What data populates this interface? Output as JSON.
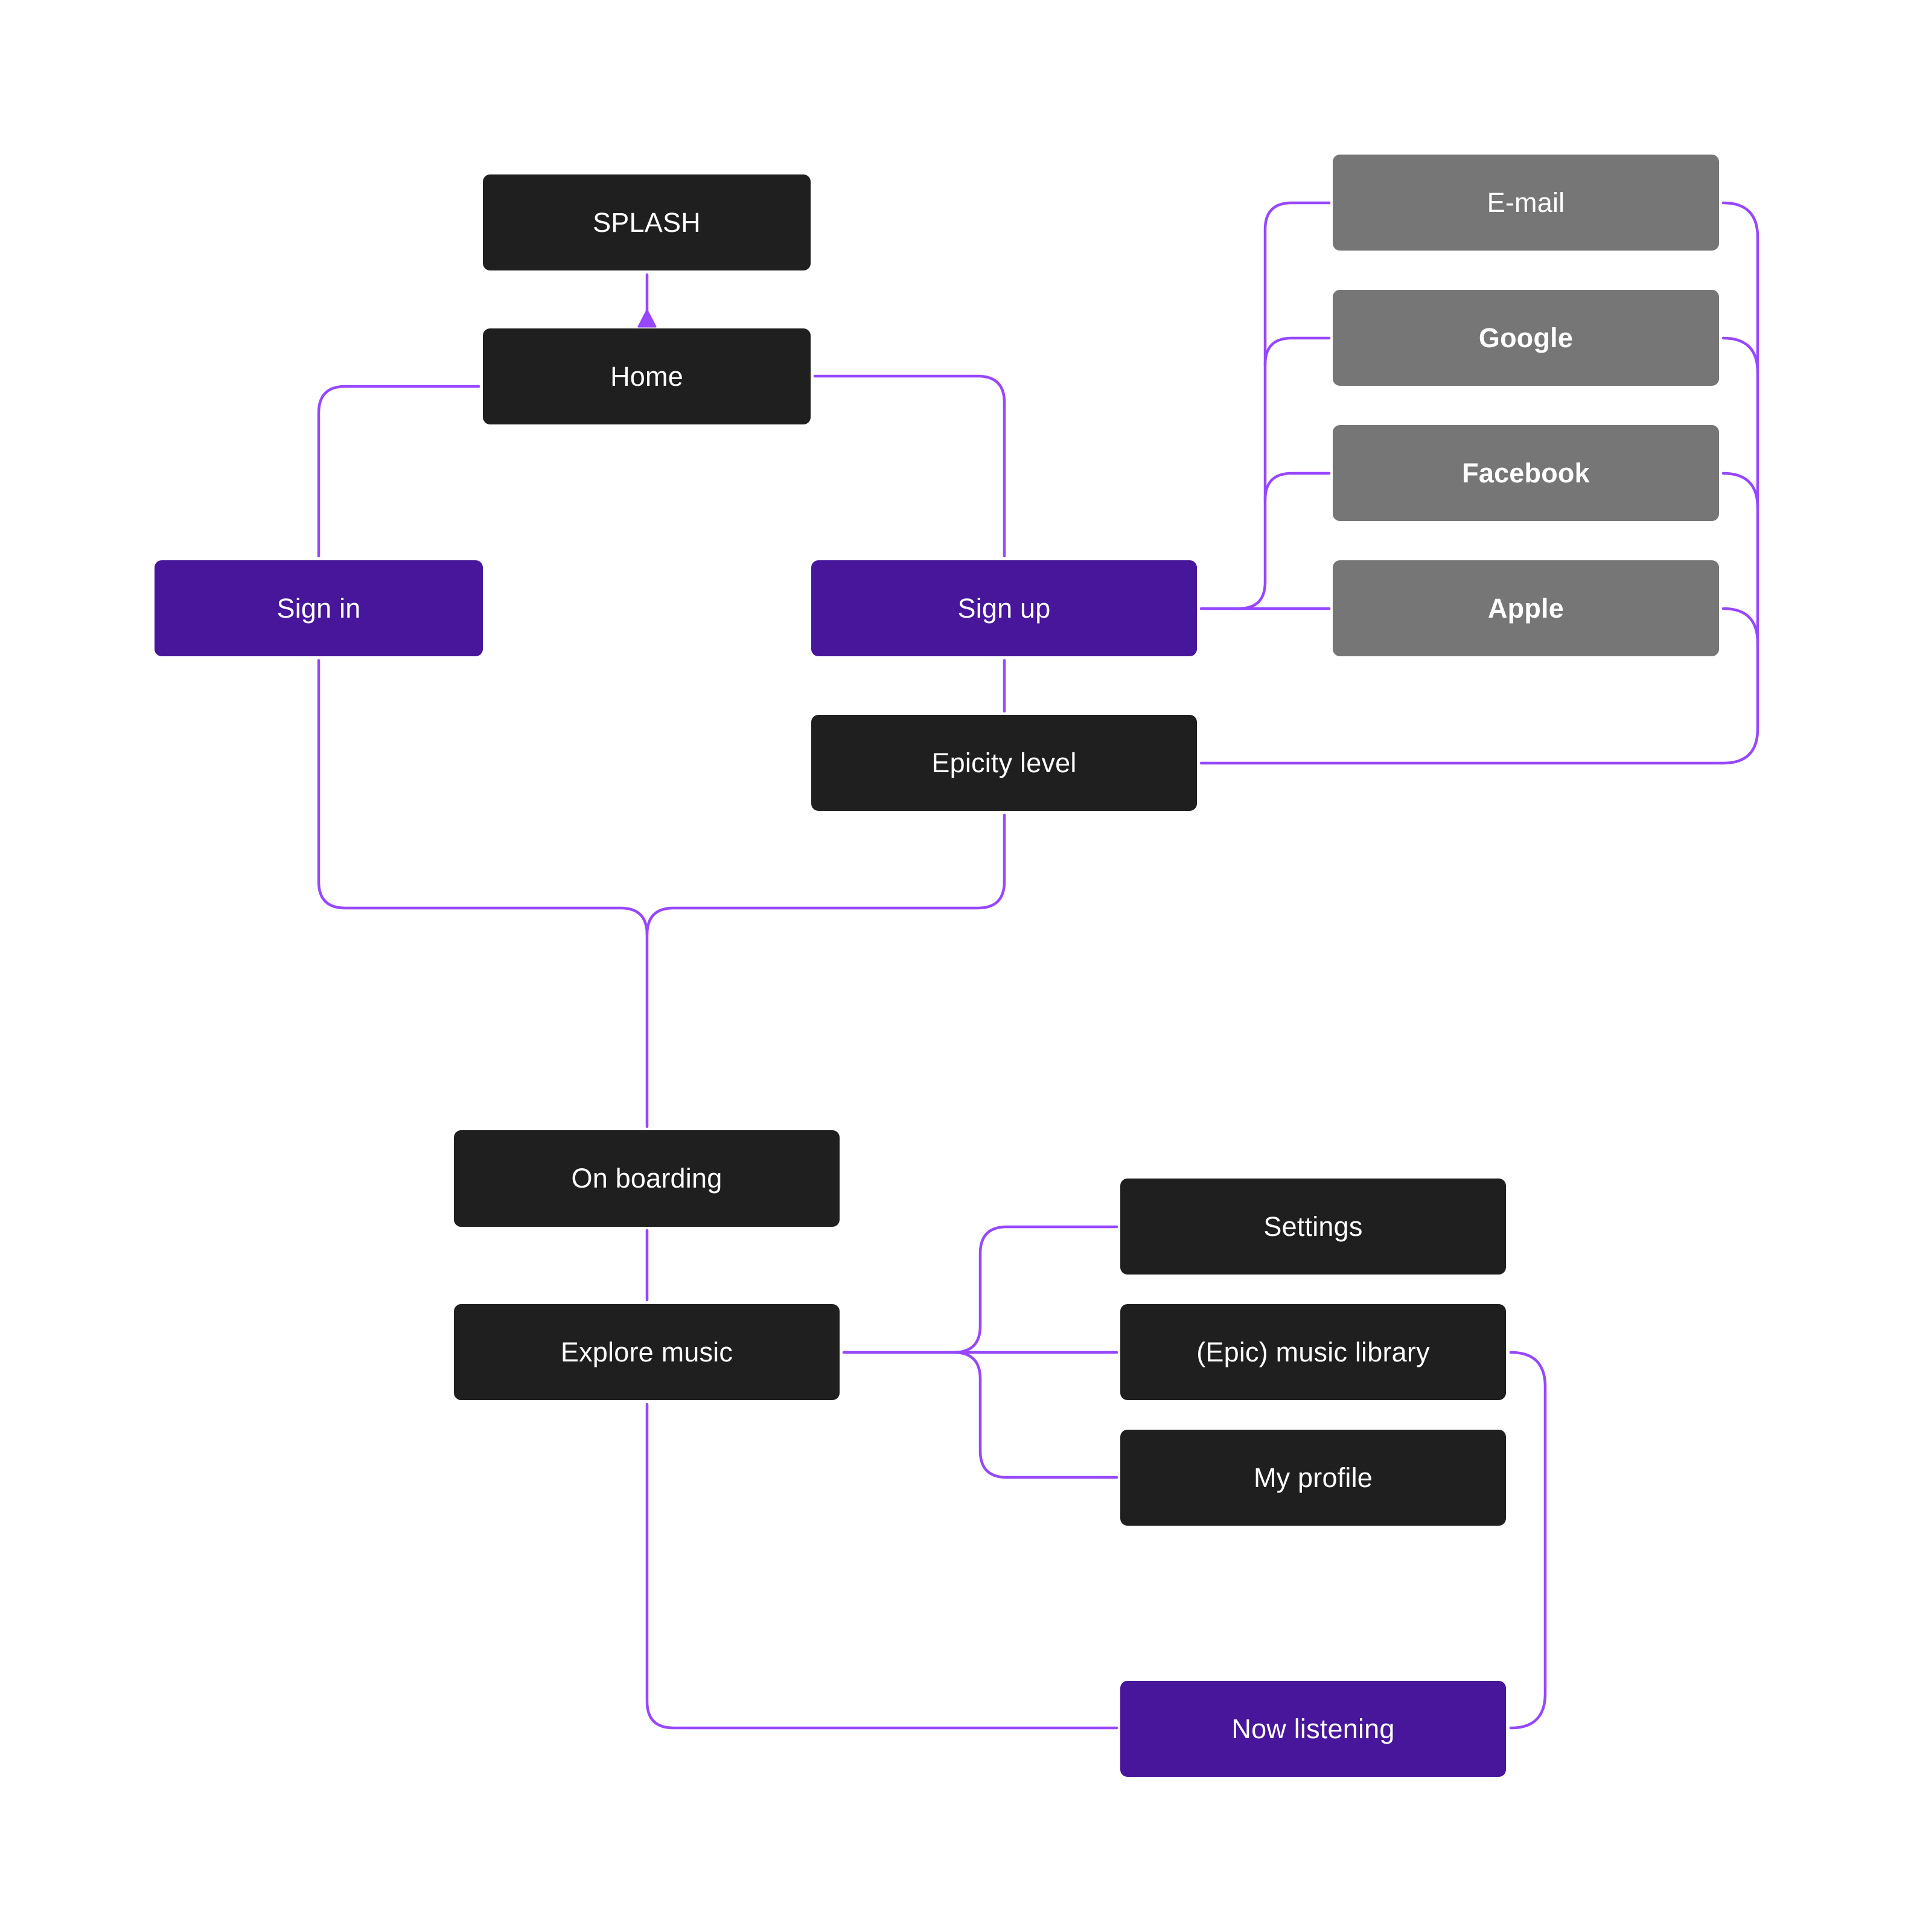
{
  "diagram": {
    "type": "user-flow",
    "colors": {
      "connector": "#9747FF",
      "screen_dark": "#1F1F1F",
      "screen_primary": "#47169A",
      "auth_provider": "#767676",
      "text": "#FFFFFF",
      "background": "#FFFFFF"
    },
    "nodes": {
      "splash": {
        "label": "SPLASH",
        "style": "dark"
      },
      "home": {
        "label": "Home",
        "style": "dark"
      },
      "sign_in": {
        "label": "Sign in",
        "style": "primary"
      },
      "sign_up": {
        "label": "Sign up",
        "style": "primary"
      },
      "epicity_level": {
        "label": "Epicity level",
        "style": "dark"
      },
      "email": {
        "label": "E-mail",
        "style": "provider"
      },
      "google": {
        "label": "Google",
        "style": "provider"
      },
      "facebook": {
        "label": "Facebook",
        "style": "provider"
      },
      "apple": {
        "label": "Apple",
        "style": "provider"
      },
      "on_boarding": {
        "label": "On boarding",
        "style": "dark"
      },
      "explore_music": {
        "label": "Explore music",
        "style": "dark"
      },
      "settings": {
        "label": "Settings",
        "style": "dark"
      },
      "music_library": {
        "label": "(Epic) music library",
        "style": "dark"
      },
      "my_profile": {
        "label": "My profile",
        "style": "dark"
      },
      "now_listening": {
        "label": "Now listening",
        "style": "primary"
      }
    },
    "edges": [
      {
        "from": "splash",
        "to": "home",
        "arrow": true
      },
      {
        "from": "home",
        "to": "sign_in"
      },
      {
        "from": "home",
        "to": "sign_up"
      },
      {
        "from": "sign_up",
        "to": "email"
      },
      {
        "from": "sign_up",
        "to": "google"
      },
      {
        "from": "sign_up",
        "to": "facebook"
      },
      {
        "from": "sign_up",
        "to": "apple"
      },
      {
        "from": "email",
        "to": "epicity_level"
      },
      {
        "from": "google",
        "to": "epicity_level"
      },
      {
        "from": "facebook",
        "to": "epicity_level"
      },
      {
        "from": "apple",
        "to": "epicity_level"
      },
      {
        "from": "sign_up",
        "to": "epicity_level"
      },
      {
        "from": "sign_in",
        "to": "on_boarding"
      },
      {
        "from": "epicity_level",
        "to": "on_boarding"
      },
      {
        "from": "on_boarding",
        "to": "explore_music"
      },
      {
        "from": "explore_music",
        "to": "settings"
      },
      {
        "from": "explore_music",
        "to": "music_library"
      },
      {
        "from": "explore_music",
        "to": "my_profile"
      },
      {
        "from": "explore_music",
        "to": "now_listening"
      },
      {
        "from": "music_library",
        "to": "now_listening"
      }
    ]
  }
}
